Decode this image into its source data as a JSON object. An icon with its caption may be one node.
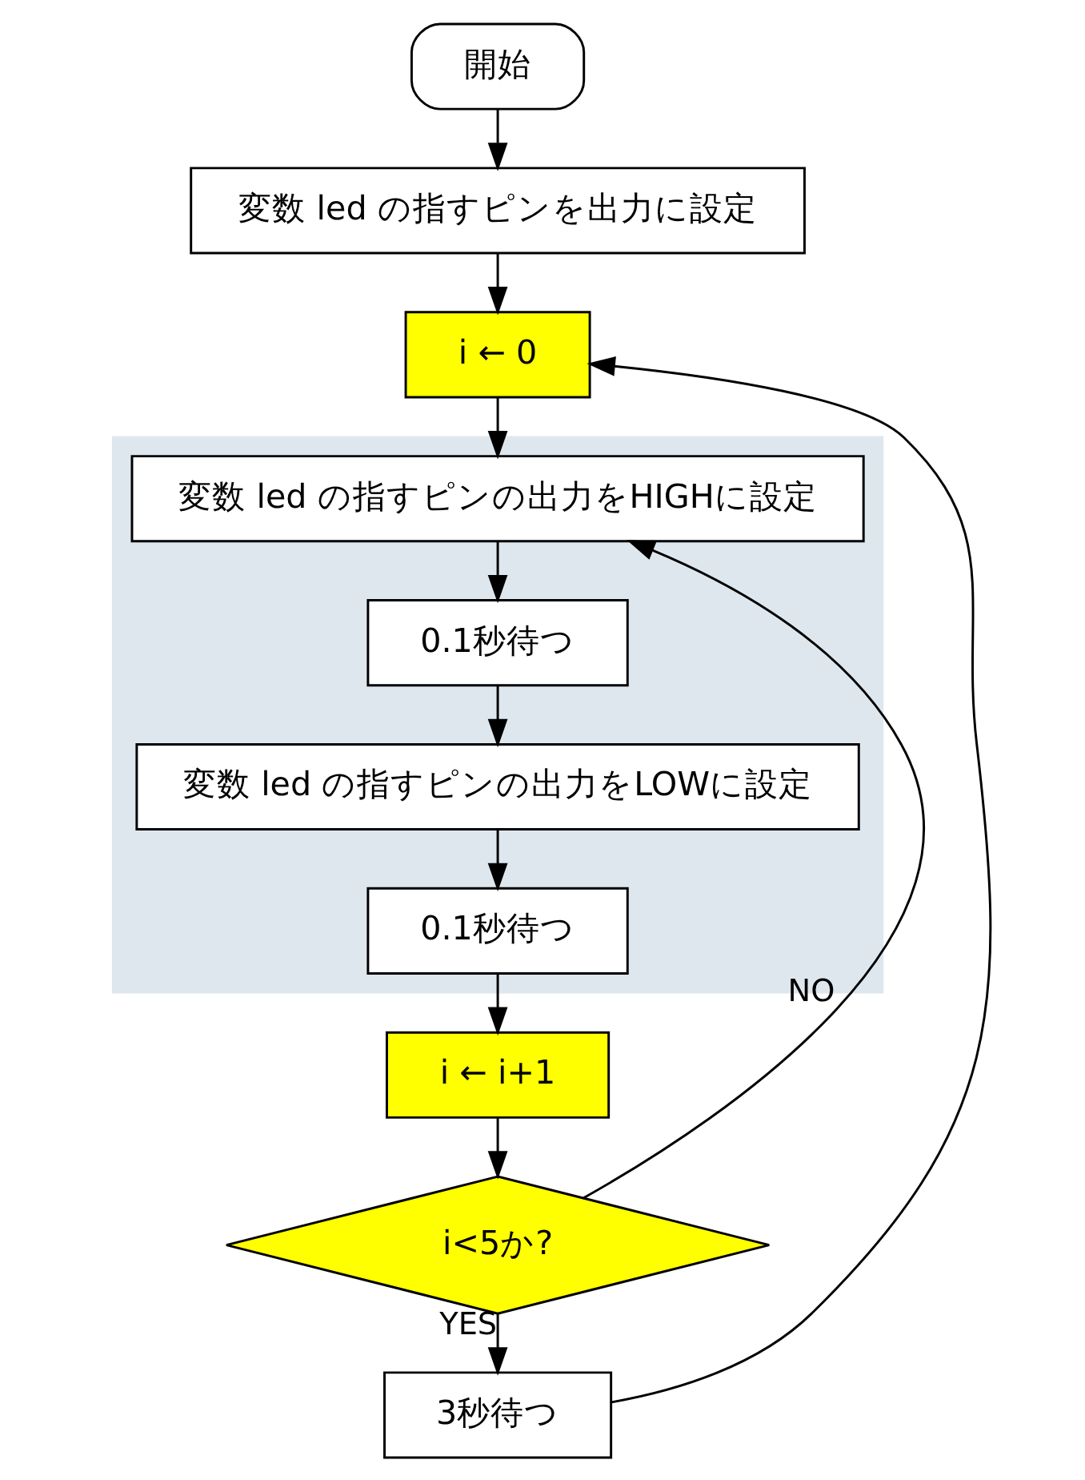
{
  "diagram": {
    "nodes": [
      {
        "text": [
          "開始"
        ]
      },
      {
        "text": [
          "変数 led の指すピンを出力に設定"
        ]
      },
      {
        "text": [
          "i ← 0"
        ]
      },
      {
        "text": [],
        "shape": "box"
      },
      {
        "text": [
          "変数 led の指すピンの出力をHIGHに設定"
        ],
        "in": 3
      },
      {
        "text": [
          "0.1秒待つ"
        ],
        "in": 3
      },
      {
        "text": [
          "変数 led の指すピンの出力をLOWに設定"
        ],
        "in": 3
      },
      {
        "text": [
          "0.1秒待つ"
        ],
        "in": 3
      },
      {
        "text": [
          "i ← i+1"
        ]
      },
      {
        "text": [
          "i<5か?"
        ]
      },
      {
        "text": [
          "3秒待つ"
        ]
      }
    ],
    "edges": [
      {
        "from": 0,
        "to": 1,
        "arrow": "to"
      },
      {
        "from": 1,
        "to": 2,
        "arrow": "to"
      },
      {
        "from": 2,
        "to": 4,
        "arrow": "to"
      },
      {
        "from": 4,
        "to": 5,
        "arrow": "to"
      },
      {
        "from": 5,
        "to": 6,
        "arrow": "to"
      },
      {
        "from": 6,
        "to": 7,
        "arrow": "to"
      },
      {
        "from": 7,
        "to": 8,
        "arrow": "to"
      },
      {
        "from": 8,
        "to": 9,
        "arrow": "to"
      },
      {
        "from": 9,
        "to": 10,
        "label": "YES",
        "arrow": "to"
      },
      {
        "from": 9,
        "to": 4,
        "label": "NO",
        "arrow": "to"
      },
      {
        "from": 10,
        "to": 2,
        "arrow": "to"
      }
    ]
  }
}
